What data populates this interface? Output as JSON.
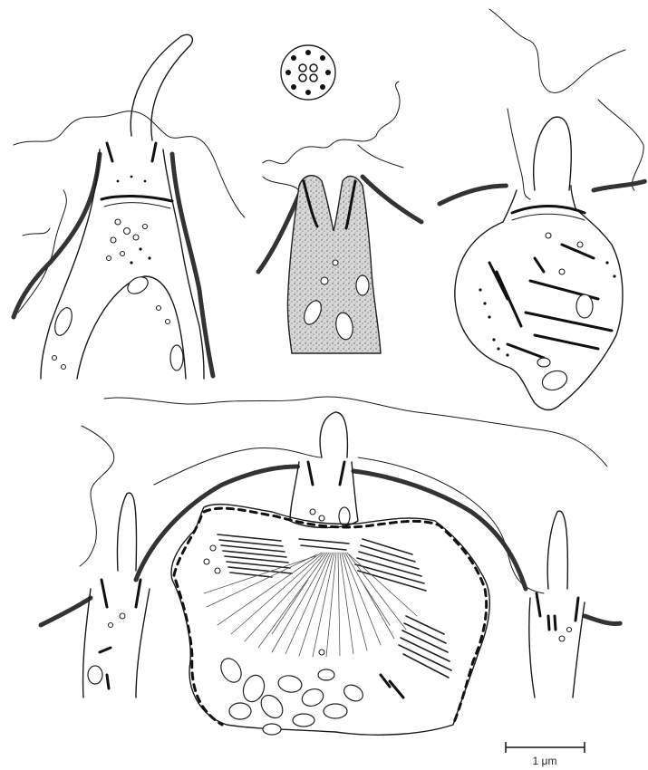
{
  "figure": {
    "panels": [
      {
        "id": "top-left-cell"
      },
      {
        "id": "top-center-cell"
      },
      {
        "id": "top-right-cell"
      },
      {
        "id": "bottom-composite-cell"
      }
    ],
    "scale_bar": {
      "label": "1 μm"
    }
  }
}
